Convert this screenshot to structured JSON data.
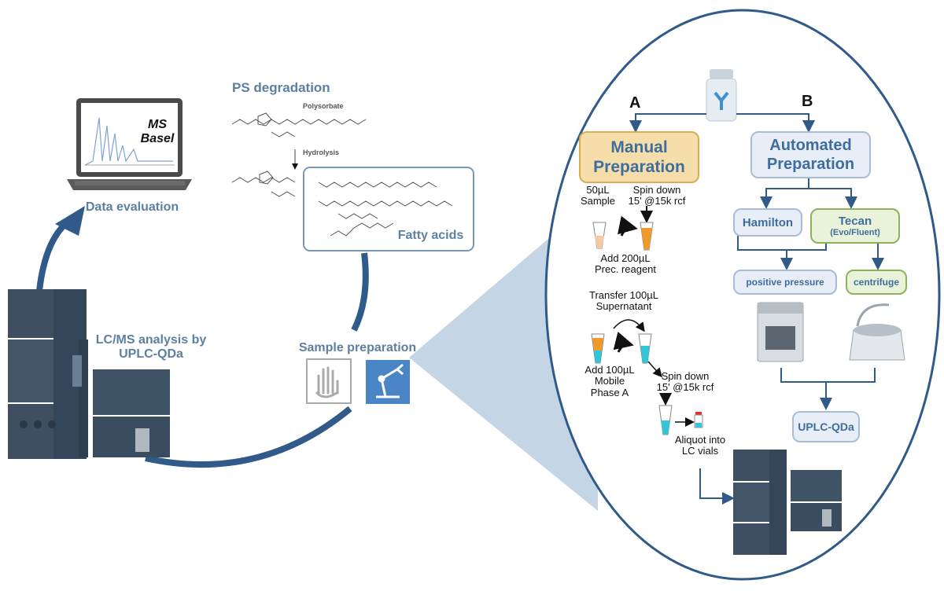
{
  "left": {
    "data_evaluation": "Data evaluation",
    "laptop_logo": "MS Basel",
    "ps_degradation": "PS degradation",
    "polysorbate": "Polysorbate",
    "hydrolysis": "Hydrolysis",
    "fatty_acids": "Fatty acids",
    "lcms_line1": "LC/MS analysis by",
    "lcms_line2": "UPLC-QDa",
    "sample_preparation": "Sample preparation"
  },
  "right": {
    "label_a": "A",
    "label_b": "B",
    "manual_line1": "Manual",
    "manual_line2": "Preparation",
    "automated_line1": "Automated",
    "automated_line2": "Preparation",
    "sample_50_l1": "50µL",
    "sample_50_l2": "Sample",
    "spin1_l1": "Spin down",
    "spin1_l2": "15' @15k rcf",
    "add200_l1": "Add 200µL",
    "add200_l2": "Prec. reagent",
    "transfer_l1": "Transfer 100µL",
    "transfer_l2": "Supernatant",
    "add100_l1": "Add 100µL",
    "add100_l2": "Mobile",
    "add100_l3": "Phase A",
    "spin2_l1": "Spin down",
    "spin2_l2": "15' @15k rcf",
    "aliquot_l1": "Aliquot into",
    "aliquot_l2": "LC vials",
    "hamilton": "Hamilton",
    "tecan_l1": "Tecan",
    "tecan_l2": "(Evo/Fluent)",
    "positive_pressure": "positive pressure",
    "centrifuge": "centrifuge",
    "uplc_qda": "UPLC-QDa"
  },
  "colors": {
    "arrow_blue": "#2f5a8a",
    "label_blue": "#5d7fa0",
    "ellipse_border": "#2f5a8a",
    "wedge": "#c4d5e6",
    "instrument": "#3d4f60"
  }
}
